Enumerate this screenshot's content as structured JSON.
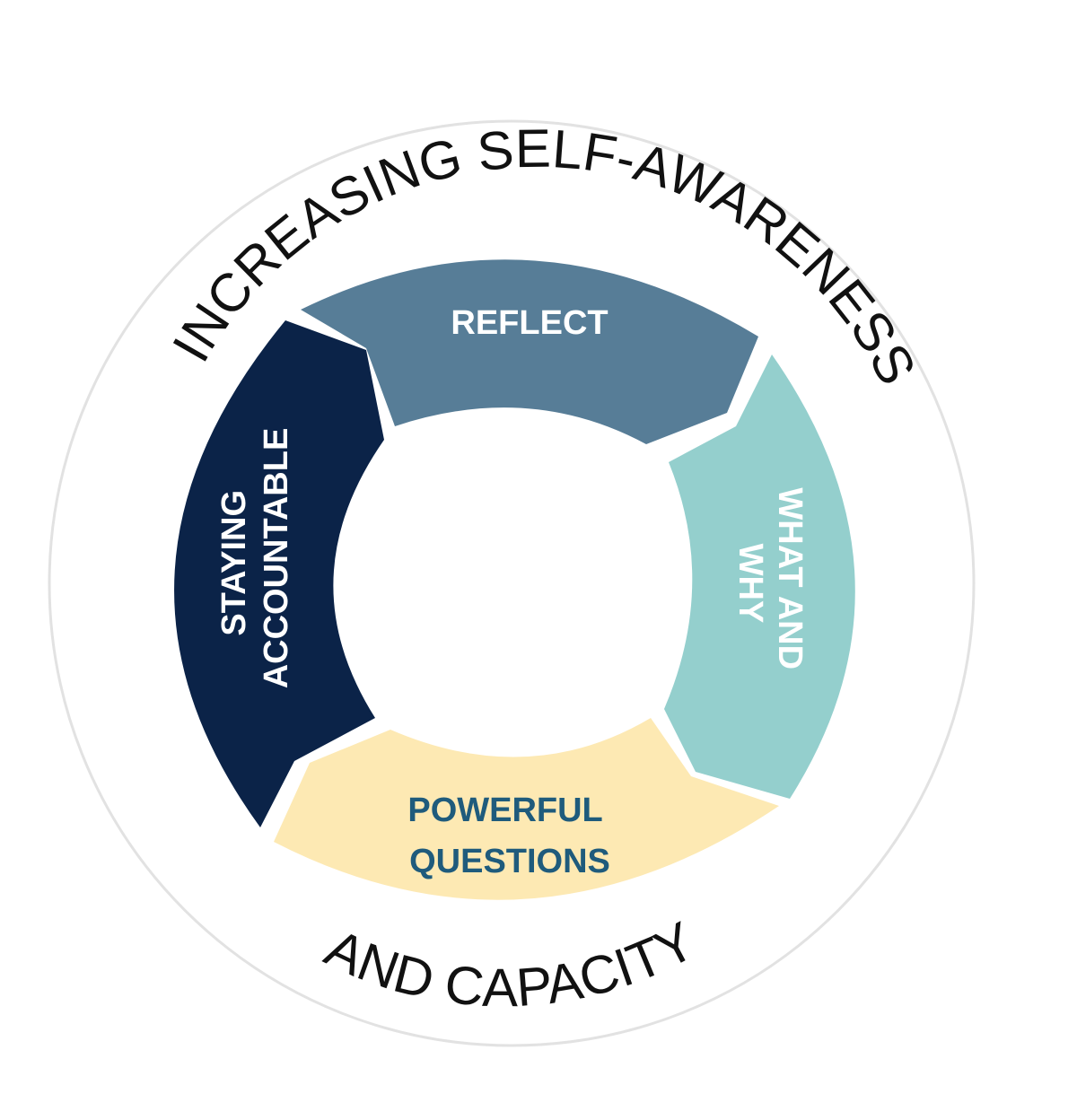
{
  "outer_text_top": "INCREASING SELF-AWARENESS",
  "outer_text_bottom": "AND CAPACITY",
  "segments": [
    {
      "id": "reflect",
      "lines": [
        "REFLECT"
      ],
      "fill": "#577d97",
      "text_color": "#ffffff"
    },
    {
      "id": "what-and-why",
      "lines": [
        "WHAT AND",
        "WHY"
      ],
      "fill": "#94cfcd",
      "text_color": "#ffffff"
    },
    {
      "id": "powerful-questions",
      "lines": [
        "POWERFUL",
        "QUESTIONS"
      ],
      "fill": "#fde9b3",
      "text_color": "#1f5b7c"
    },
    {
      "id": "staying-accountable",
      "lines": [
        "STAYING",
        "ACCOUNTABLE"
      ],
      "fill": "#0b2348",
      "text_color": "#ffffff"
    }
  ],
  "outer_ring_color": "#e2e2e2"
}
